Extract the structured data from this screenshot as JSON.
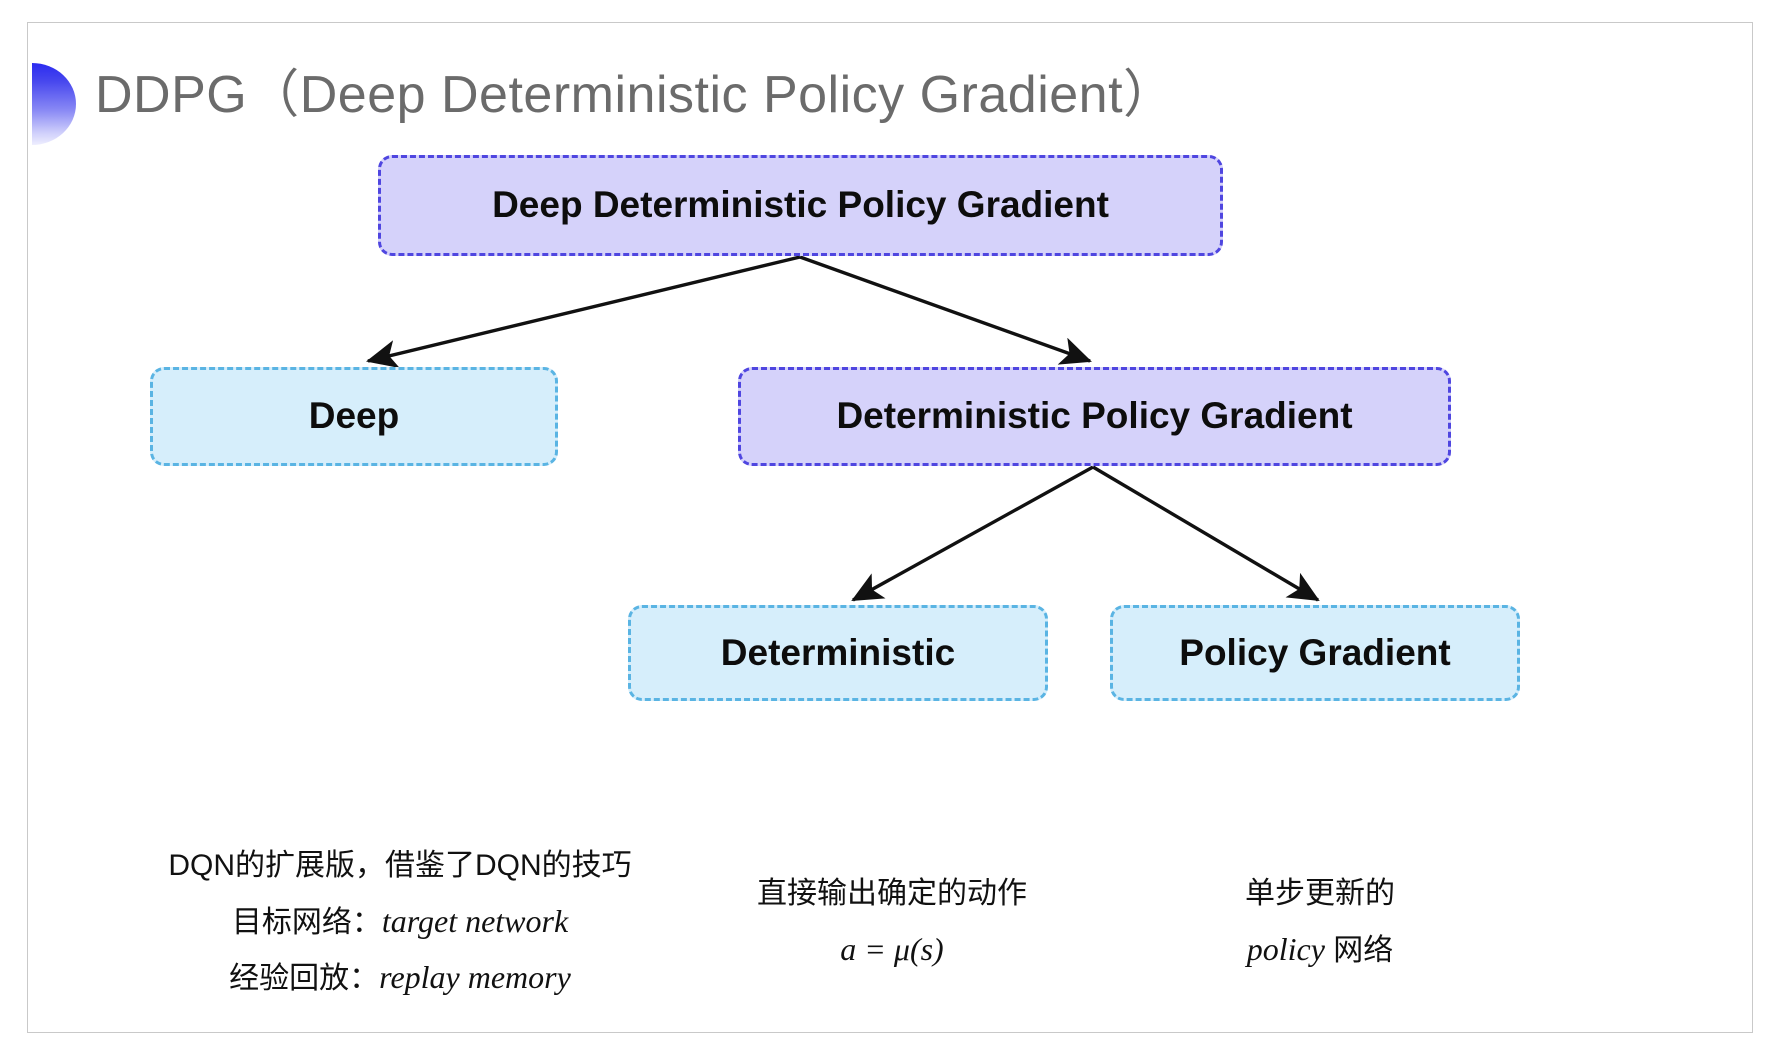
{
  "slide": {
    "title": "DDPG（Deep Deterministic Policy Gradient）",
    "title_color": "#6b6b6b",
    "background": "#ffffff",
    "decoration": "half-circle-gradient",
    "decoration_colors": [
      "#2b2bf0",
      "#eeeefe"
    ]
  },
  "diagram": {
    "type": "tree",
    "palette": {
      "purple_fill": "#d5d2fa",
      "purple_border": "#4f46e0",
      "blue_fill": "#d6eefb",
      "blue_border": "#5ab4e3",
      "arrow_color": "#111111"
    },
    "nodes": [
      {
        "id": "root",
        "label": "Deep Deterministic Policy Gradient",
        "style": "purple",
        "level": 0
      },
      {
        "id": "deep",
        "label": "Deep",
        "style": "blue",
        "level": 1
      },
      {
        "id": "dpg",
        "label": "Deterministic Policy Gradient",
        "style": "purple",
        "level": 1
      },
      {
        "id": "det",
        "label": "Deterministic",
        "style": "blue",
        "level": 2
      },
      {
        "id": "pg",
        "label": "Policy Gradient",
        "style": "blue",
        "level": 2
      }
    ],
    "edges": [
      {
        "from": "root",
        "to": "deep"
      },
      {
        "from": "root",
        "to": "dpg"
      },
      {
        "from": "dpg",
        "to": "det"
      },
      {
        "from": "dpg",
        "to": "pg"
      }
    ]
  },
  "notes": {
    "left": {
      "line1": "DQN的扩展版，借鉴了DQN的技巧",
      "line2_label": "目标网络：",
      "line2_term": "target network",
      "line3_label": "经验回放：",
      "line3_term": "replay memory"
    },
    "middle": {
      "line1": "直接输出确定的动作",
      "line2": "a = μ(s)"
    },
    "right": {
      "line1": "单步更新的",
      "line2_term": "policy",
      "line2_suffix": " 网络"
    }
  }
}
